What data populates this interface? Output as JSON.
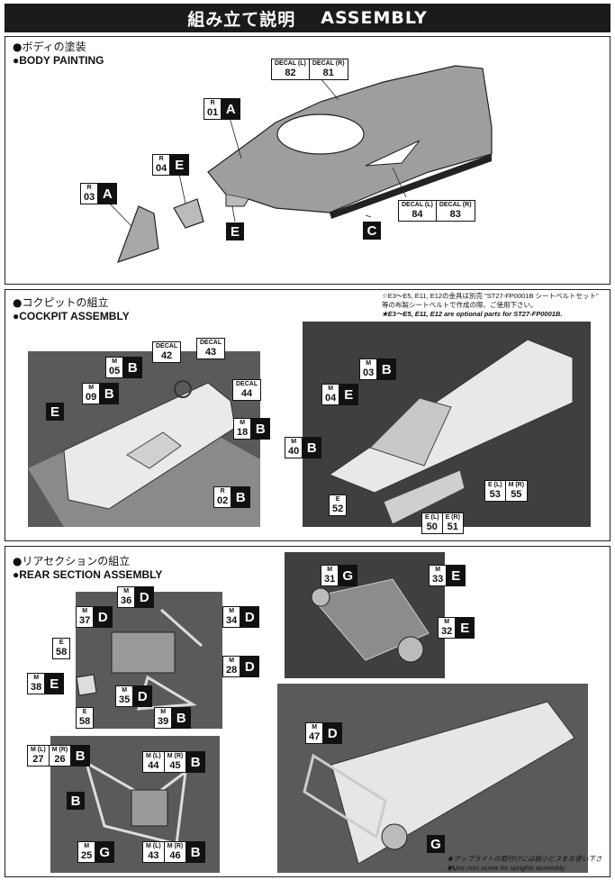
{
  "header": {
    "title_jp": "組み立て説明",
    "title_en": "ASSEMBLY"
  },
  "body_painting": {
    "title_jp": "●ボディの塗装",
    "title_en": "●BODY PAINTING",
    "decal_top": {
      "label_l": "DECAL (L)",
      "label_r": "DECAL (R)",
      "num_l": "82",
      "num_r": "81"
    },
    "decal_side": {
      "label_l": "DECAL (L)",
      "label_r": "DECAL (R)",
      "num_l": "84",
      "num_r": "83"
    },
    "tag_a1": {
      "sub": "R",
      "num": "01",
      "letter": "A"
    },
    "tag_e1": {
      "sub": "R",
      "num": "04",
      "letter": "E"
    },
    "tag_a2": {
      "sub": "R",
      "num": "03",
      "letter": "A"
    },
    "box_e": "E",
    "box_c": "C"
  },
  "cockpit": {
    "title_jp": "●コクピットの組立",
    "title_en": "●COCKPIT ASSEMBLY",
    "note_jp": "☆E3～E5, E11, E12の金具は別売 \"ST27-FP0001B シートベルトセット\" 等の布製シートベルトで作成の際、ご使用下さい。",
    "note_en": "★E3～E5, E11, E12 are optional parts for ST27-FP0001B.",
    "left": {
      "decal42": {
        "sub": "DECAL",
        "num": "42"
      },
      "decal43": {
        "sub": "DECAL",
        "num": "43"
      },
      "decal44": {
        "sub": "DECAL",
        "num": "44"
      },
      "m05": {
        "sub": "M",
        "num": "05",
        "letter": "B"
      },
      "m09": {
        "sub": "M",
        "num": "09",
        "letter": "B"
      },
      "m18": {
        "sub": "M",
        "num": "18",
        "letter": "B"
      },
      "r02": {
        "sub": "R",
        "num": "02",
        "letter": "B"
      },
      "box_e": "E"
    },
    "right": {
      "m03": {
        "sub": "M",
        "num": "03",
        "letter": "B"
      },
      "m04": {
        "sub": "M",
        "num": "04",
        "letter": "E"
      },
      "m40": {
        "sub": "M",
        "num": "40",
        "letter": "B"
      },
      "e52": {
        "sub": "E",
        "num": "52"
      },
      "e5051": {
        "sub_l": "E (L)",
        "sub_r": "E (R)",
        "num_l": "50",
        "num_r": "51"
      },
      "e5355": {
        "sub_l": "E (L)",
        "sub_r": "M (R)",
        "num_l": "53",
        "num_r": "55"
      }
    }
  },
  "rear": {
    "title_jp": "●リアセクションの組立",
    "title_en": "●REAR SECTION ASSEMBLY",
    "p1": {
      "m36": {
        "sub": "M",
        "num": "36",
        "letter": "D"
      },
      "m37": {
        "sub": "M",
        "num": "37",
        "letter": "D"
      },
      "m34": {
        "sub": "M",
        "num": "34",
        "letter": "D"
      },
      "m28": {
        "sub": "M",
        "num": "28",
        "letter": "D"
      },
      "m35": {
        "sub": "M",
        "num": "35",
        "letter": "D"
      },
      "m39": {
        "sub": "M",
        "num": "39",
        "letter": "B"
      },
      "e58a": {
        "sub": "E",
        "num": "58"
      },
      "e58b": {
        "sub": "E",
        "num": "58"
      },
      "m38": {
        "sub": "M",
        "num": "38",
        "letter": "E"
      }
    },
    "p2": {
      "m31": {
        "sub": "M",
        "num": "31",
        "letter": "G"
      },
      "m33": {
        "sub": "M",
        "num": "33",
        "letter": "E"
      },
      "m32": {
        "sub": "M",
        "num": "32",
        "letter": "E"
      }
    },
    "p3": {
      "m2726": {
        "sub_l": "M (L)",
        "sub_r": "M (R)",
        "num_l": "27",
        "num_r": "26",
        "letter": "B"
      },
      "m4445": {
        "sub_l": "M (L)",
        "sub_r": "M (R)",
        "num_l": "44",
        "num_r": "45",
        "letter": "B"
      },
      "m25": {
        "sub": "M",
        "num": "25",
        "letter": "G"
      },
      "m4346": {
        "sub_l": "M (L)",
        "sub_r": "M (R)",
        "num_l": "43",
        "num_r": "46",
        "letter": "B"
      },
      "box_b": "B"
    },
    "p4": {
      "m47": {
        "sub": "M",
        "num": "47",
        "letter": "D"
      },
      "box_g": "G"
    },
    "foot_jp": "★アップライトの取付けには極小ビスをお使い下さい。",
    "foot_en": "★Use mini screw for uprights assembly."
  }
}
